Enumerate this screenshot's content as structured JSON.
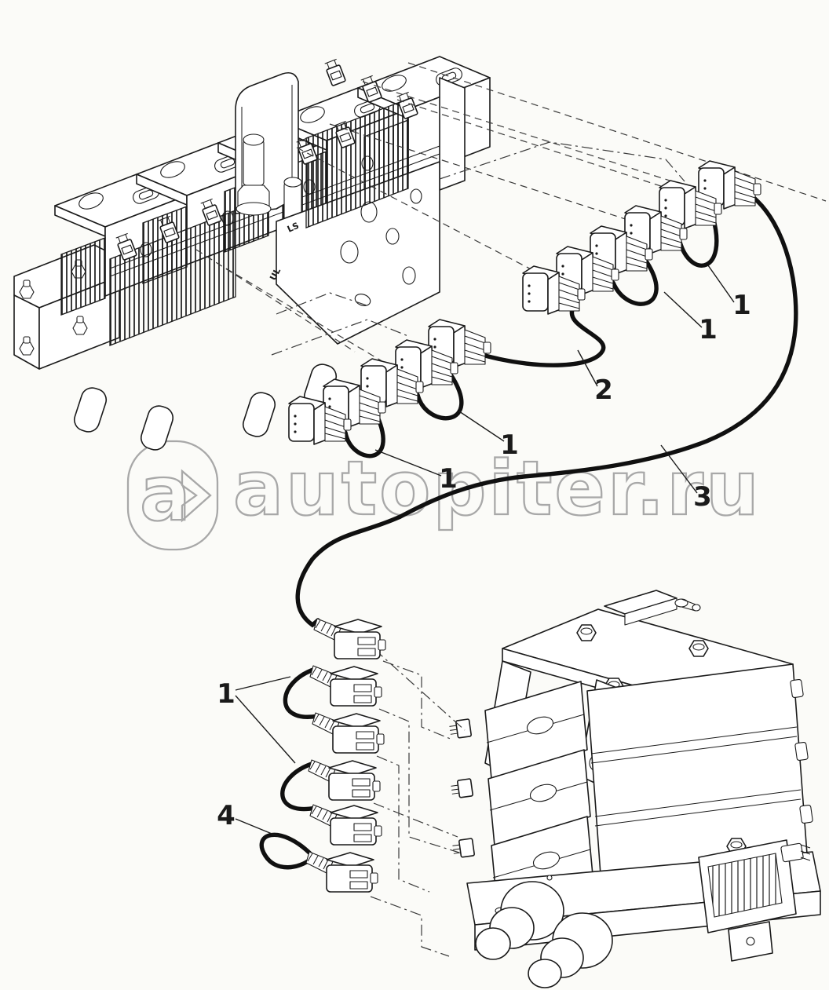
{
  "background": "#fbfbf8",
  "line_color": "#1a1a1a",
  "watermark": {
    "logo_a": "a",
    "site": "autopiter.ru",
    "outline_color": "#a8a8a8"
  },
  "port_labels": {
    "ls": "LS",
    "ul": "UL"
  },
  "callouts": [
    {
      "text": "1"
    },
    {
      "text": "1"
    },
    {
      "text": "2"
    },
    {
      "text": "1"
    },
    {
      "text": "1"
    },
    {
      "text": "3"
    },
    {
      "text": "1"
    },
    {
      "text": "4"
    }
  ]
}
